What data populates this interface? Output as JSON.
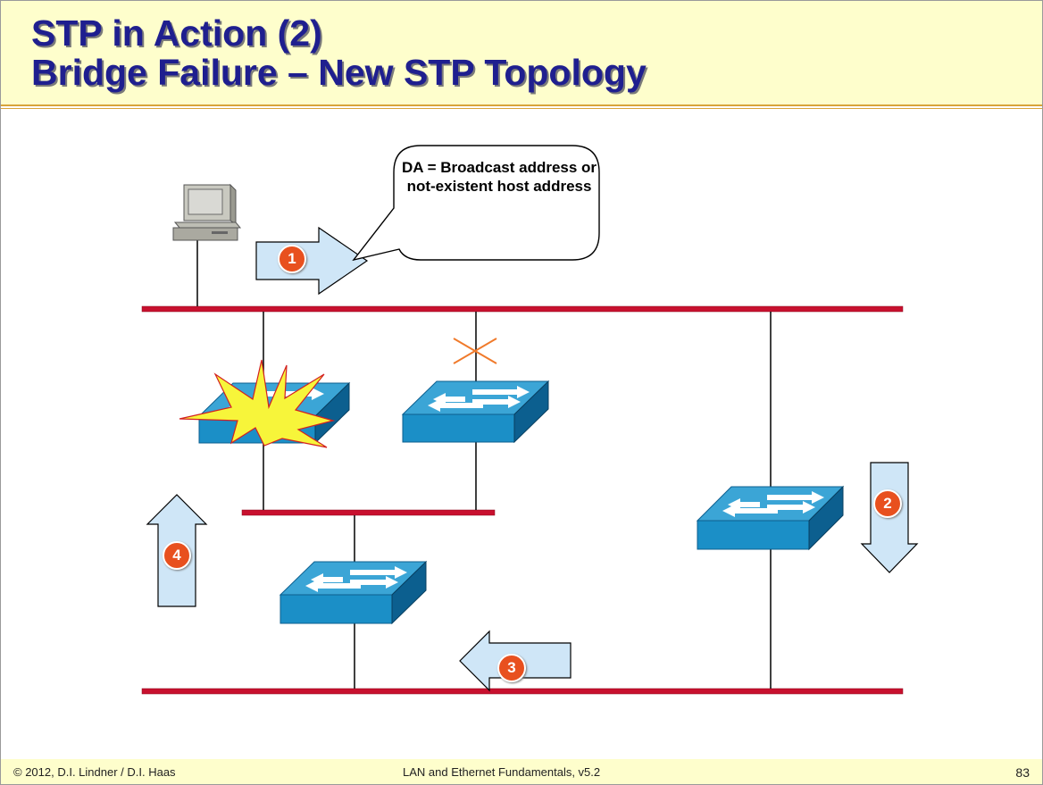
{
  "title": {
    "line1": "STP in Action (2)",
    "line2": "Bridge Failure – New STP Topology"
  },
  "callout": {
    "text": "DA = Broadcast address or not-existent host address"
  },
  "steps": [
    {
      "number": "1"
    },
    {
      "number": "2"
    },
    {
      "number": "3"
    },
    {
      "number": "4"
    }
  ],
  "footer": {
    "copyright": "© 2012, D.I. Lindner / D.I. Haas",
    "course": "LAN and Ethernet Fundamentals, v5.2",
    "page": "83"
  },
  "colors": {
    "title_text": "#1f1f8f",
    "title_band": "#fefecc",
    "bus_line": "#c8102e",
    "arrow_fill": "#cfe6f7",
    "switch_top": "#3ba5d6",
    "switch_front": "#1b8fc7",
    "switch_side": "#0c5f8f",
    "badge": "#e8501e",
    "blocked_x": "#f07a2b",
    "burst": "#f7f53a"
  },
  "icons": [
    "pc-icon",
    "switch-icon",
    "explosion-icon",
    "blocked-port-icon"
  ]
}
